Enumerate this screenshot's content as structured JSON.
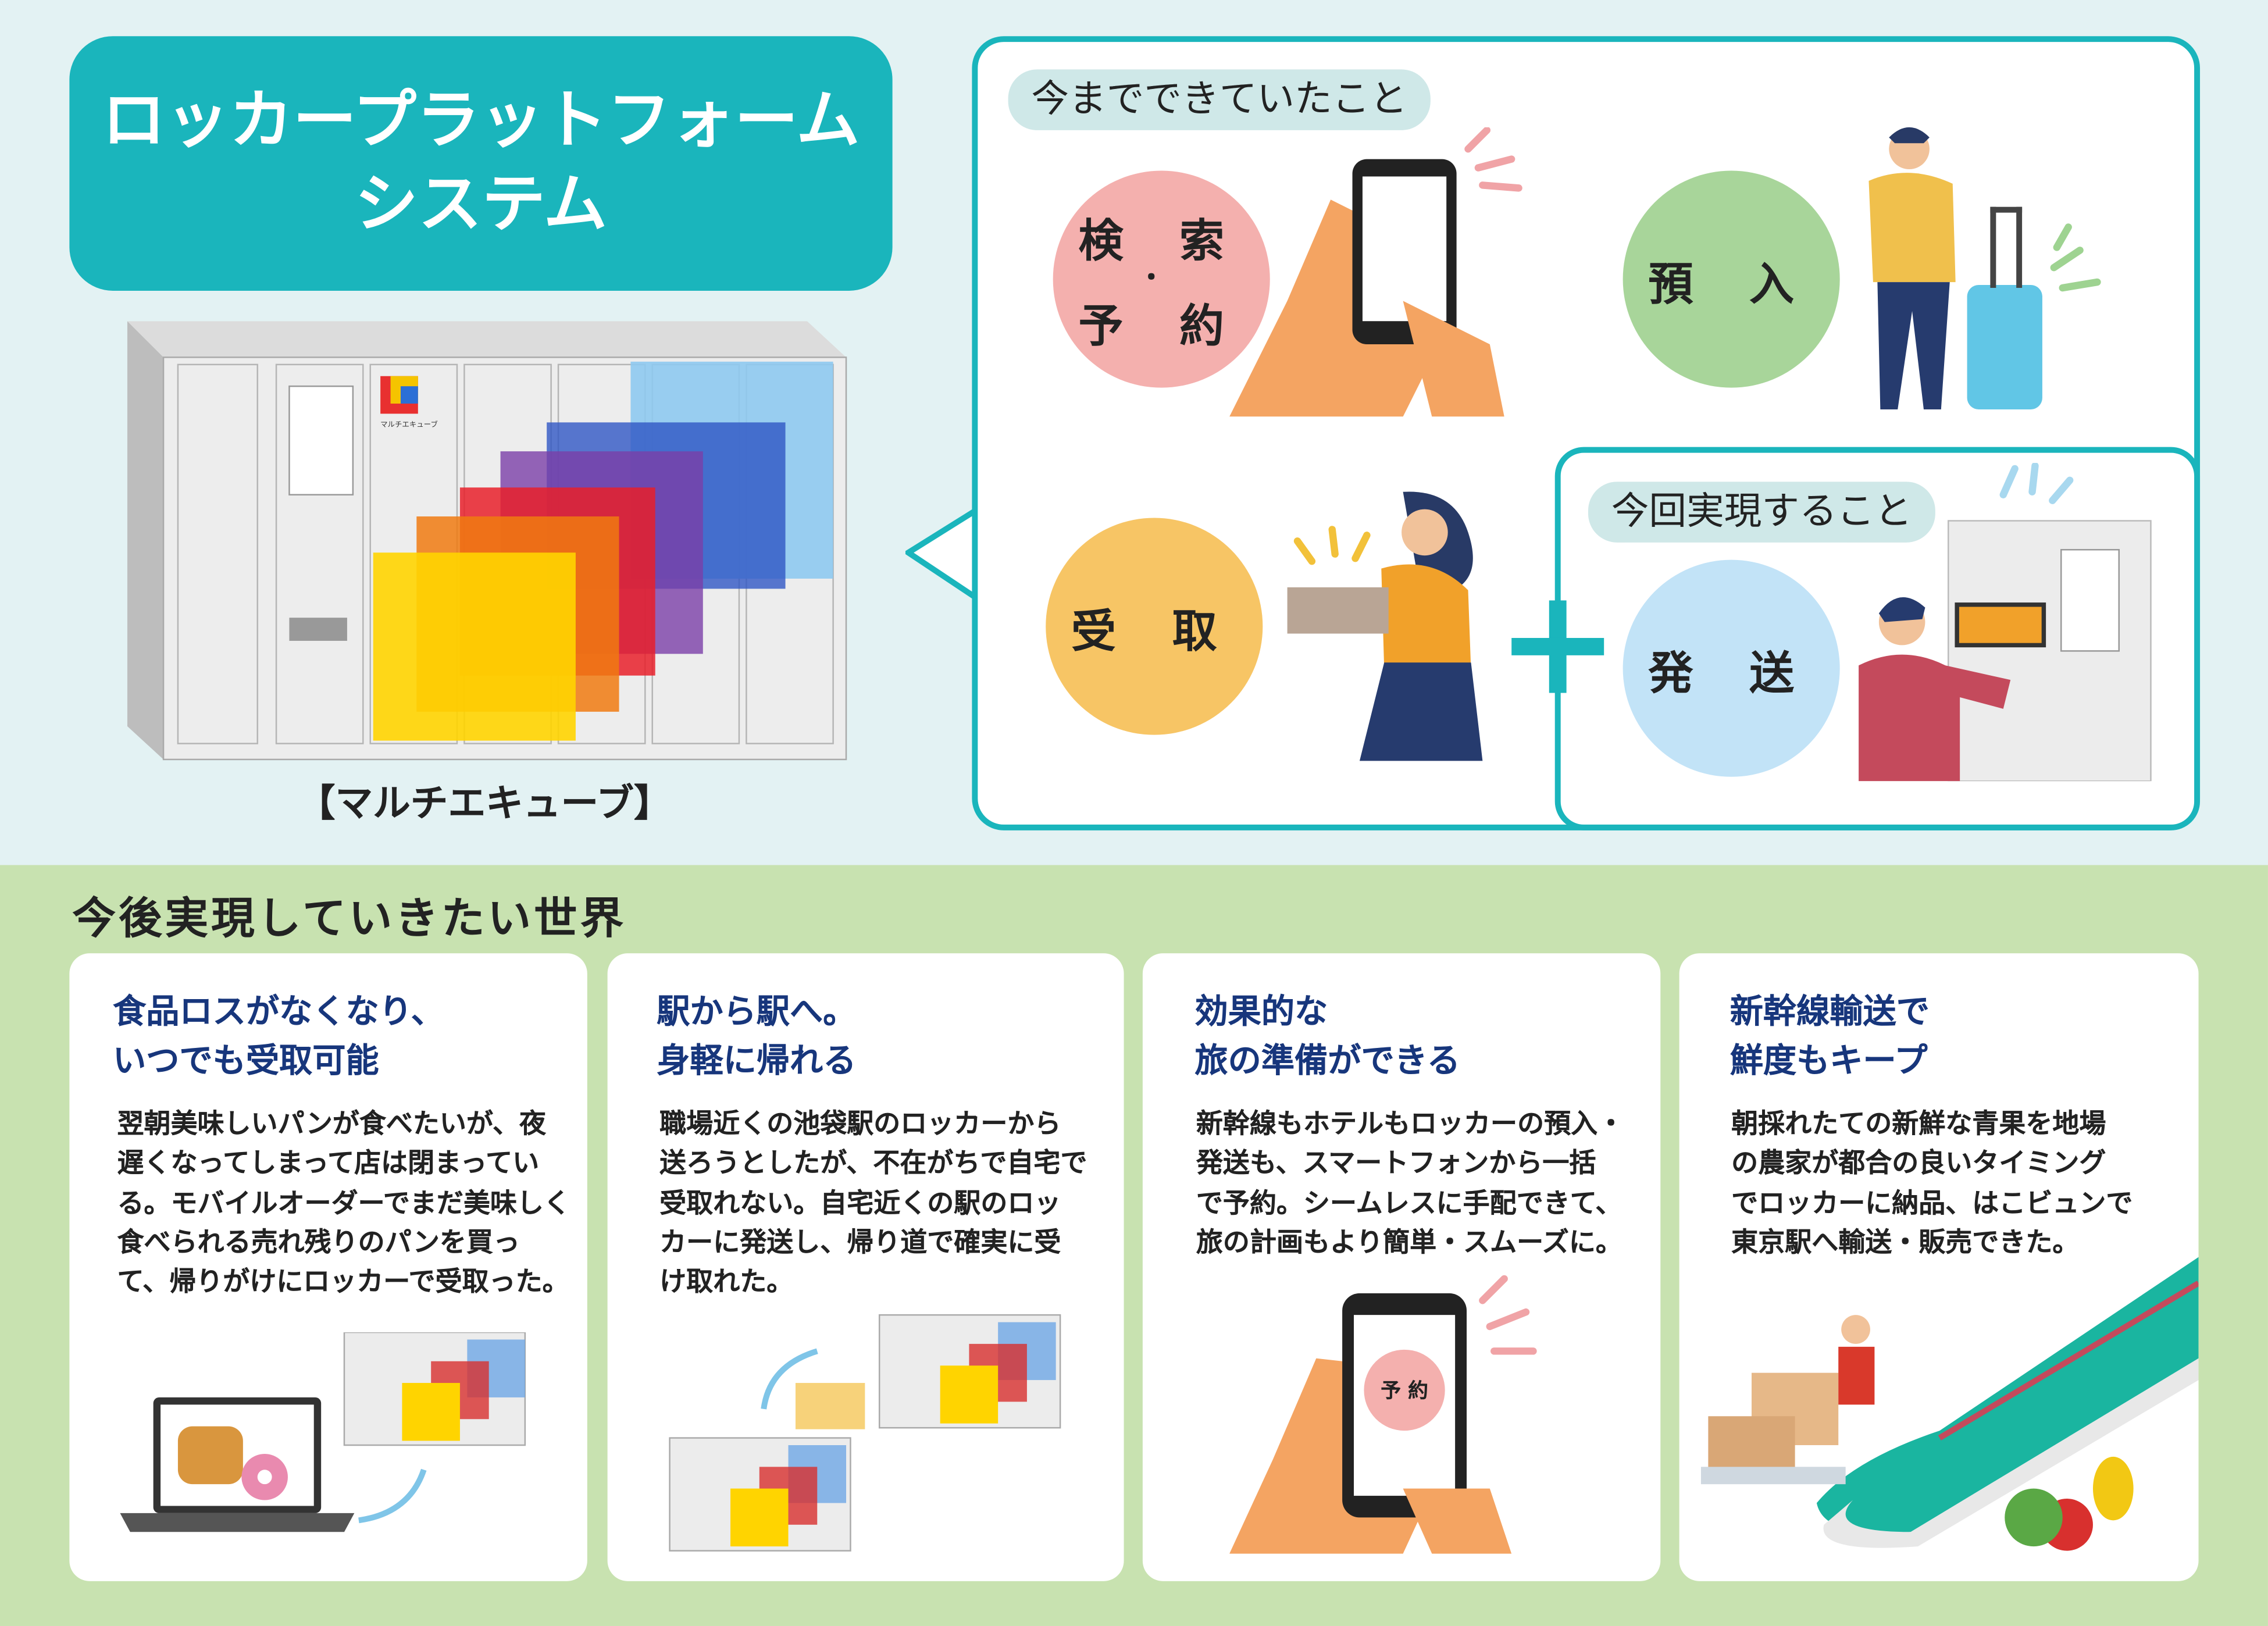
{
  "title": {
    "line1": "ロッカープラットフォーム",
    "line2": "システム"
  },
  "locker": {
    "caption": "【マルチエキューブ】",
    "logo_text": "マルチエキューブ"
  },
  "current": {
    "label": "今までできていたこと",
    "services": [
      {
        "line1": "検 索",
        "dot": "・",
        "line2": "予 約",
        "color": "#f4b0ae"
      },
      {
        "text": "預 入",
        "color": "#a8d59a"
      },
      {
        "text": "受 取",
        "color": "#f7c565"
      }
    ]
  },
  "new": {
    "label": "今回実現すること",
    "service": "発 送",
    "color": "#c2e3f7",
    "plus": "+"
  },
  "future": {
    "heading": "今後実現していきたい世界",
    "cards": [
      {
        "title": "食品ロスがなくなり、\nいつでも受取可能",
        "body": "翌朝美味しいパンが食べたいが、夜\n遅くなってしまって店は閉まってい\nる。モバイルオーダーでまだ美味しく\n食べられる売れ残りのパンを買っ\nて、帰りがけにロッカーで受取った。"
      },
      {
        "title": "駅から駅へ。\n身軽に帰れる",
        "body": "職場近くの池袋駅のロッカーから\n送ろうとしたが、不在がちで自宅で\n受取れない。自宅近くの駅のロッ\nカーに発送し、帰り道で確実に受\nけ取れた。"
      },
      {
        "title": "効果的な\n旅の準備ができる",
        "body": "新幹線もホテルもロッカーの預入・\n発送も、スマートフォンから一括\nで予約。シームレスに手配できて、\n旅の計画もより簡単・スムーズに。",
        "phone_label": "予 約"
      },
      {
        "title": "新幹線輸送で\n鮮度もキープ",
        "body": "朝採れたての新鮮な青果を地場\nの農家が都合の良いタイミング\nでロッカーに納品、はこビュンで\n東京駅へ輸送・販売できた。"
      }
    ]
  },
  "colors": {
    "teal": "#1ab5bc",
    "navy": "#17367c",
    "green_bg": "#c8e2b0",
    "top_bg": "#e3f2f3"
  }
}
